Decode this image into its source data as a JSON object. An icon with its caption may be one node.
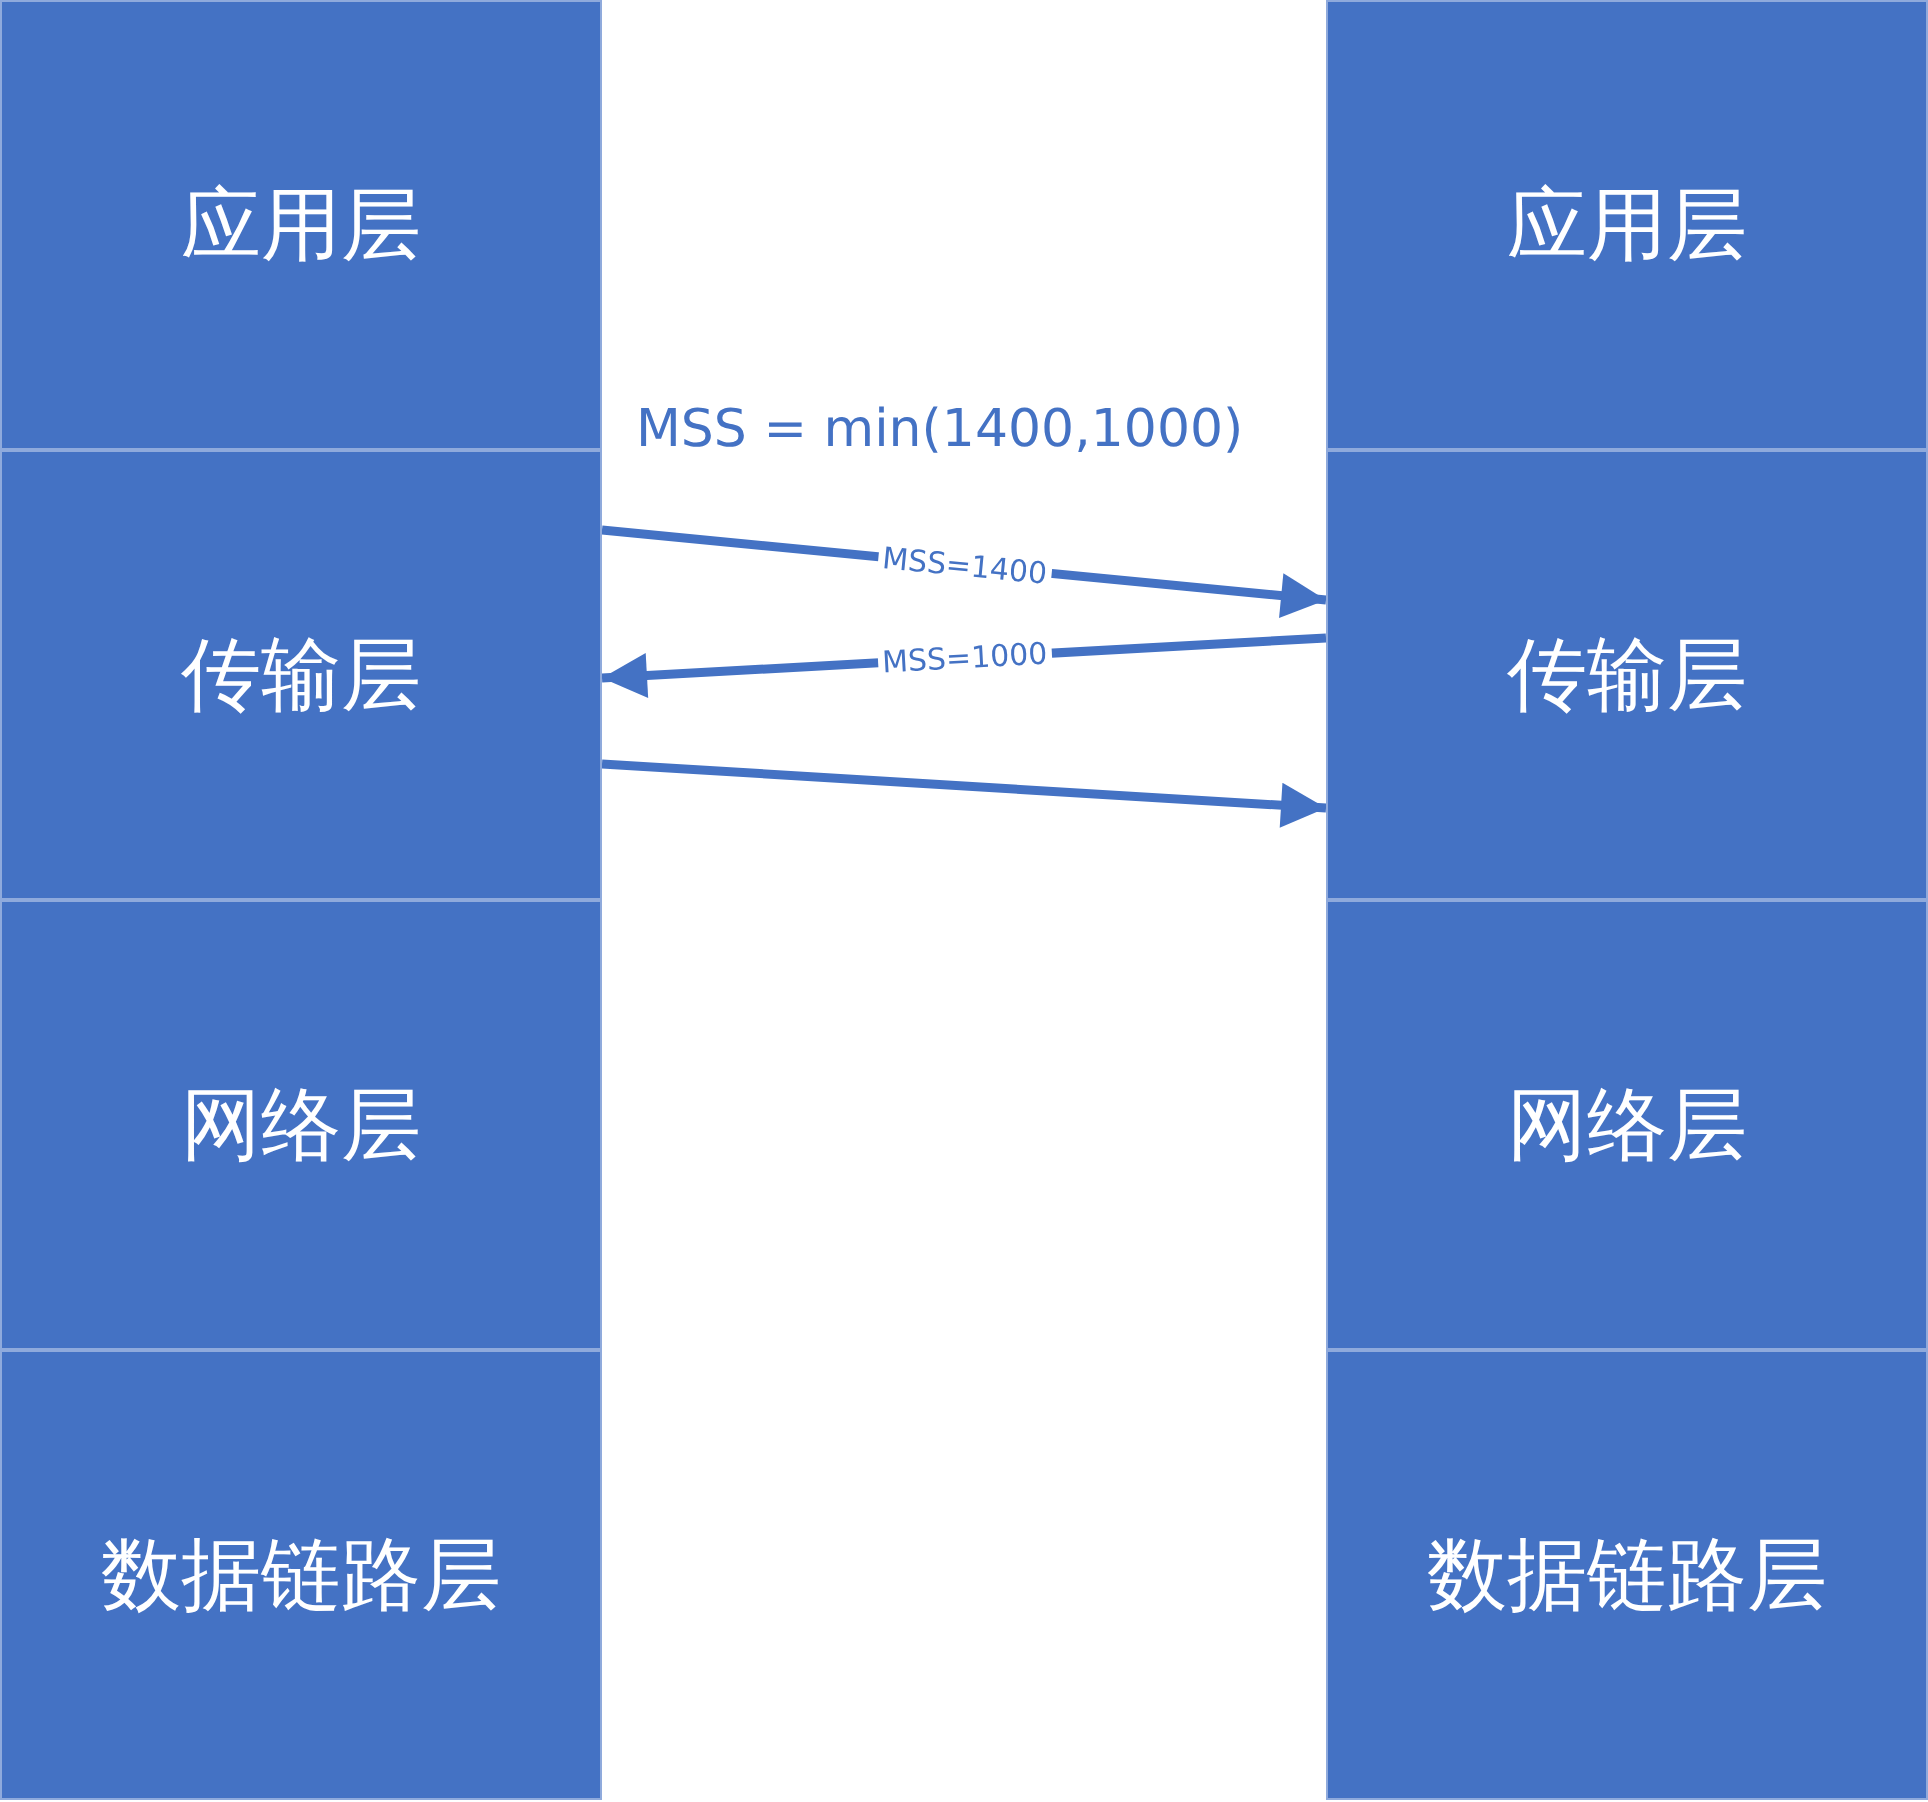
{
  "diagram": {
    "nodes": [
      {
        "text": [
          "应用层"
        ]
      },
      {
        "text": [
          "传输层"
        ]
      },
      {
        "text": [
          "网络层"
        ]
      },
      {
        "text": [
          "数据链路层"
        ]
      },
      {
        "text": [
          "应用层"
        ]
      },
      {
        "text": [
          "传输层"
        ]
      },
      {
        "text": [
          "网络层"
        ]
      },
      {
        "text": [
          "数据链路层"
        ]
      }
    ],
    "edges": [
      {
        "from": 1,
        "to": 5,
        "arrow": "to",
        "label": "MSS=1400"
      },
      {
        "from": 5,
        "to": 1,
        "arrow": "to",
        "label": "MSS=1000"
      },
      {
        "from": 1,
        "to": 5,
        "arrow": "to"
      }
    ],
    "labels": [
      "MSS = min(1400,1000)"
    ]
  }
}
